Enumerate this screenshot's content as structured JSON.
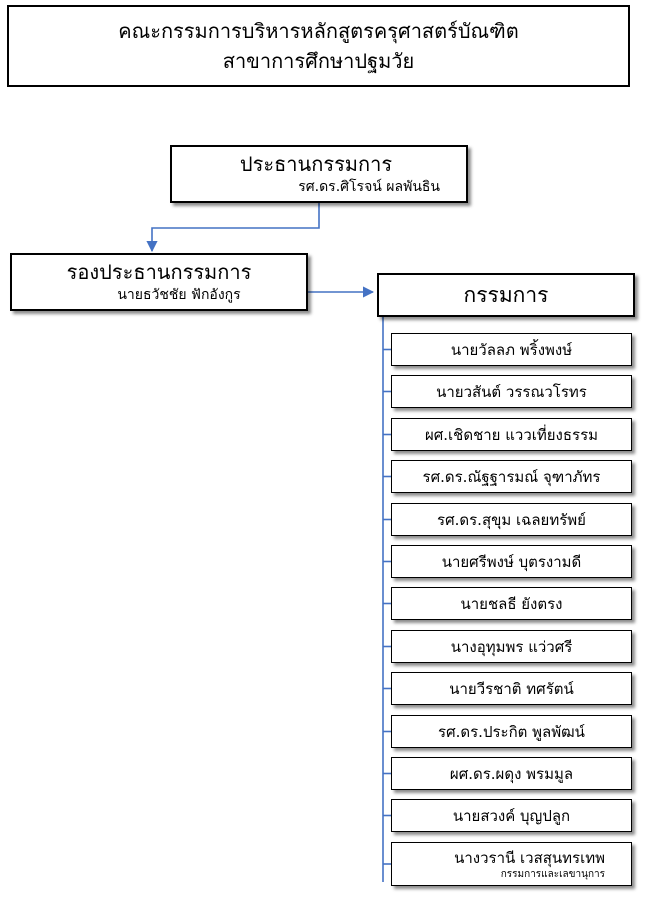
{
  "title": {
    "line1": "คณะกรรมการบริหารหลักสูตรครุศาสตร์บัณฑิต",
    "line2": "สาขาการศึกษาปฐมวัย"
  },
  "chair": {
    "role": "ประธานกรรมการ",
    "name": "รศ.ดร.ศิโรจน์ ผลพันธิน"
  },
  "vice_chair": {
    "role": "รองประธานกรรมการ",
    "name": "นายธวัชชัย ฟักอังกูร"
  },
  "members_heading": "กรรมการ",
  "members": [
    {
      "name": "นายวัลลภ พริ้งพงษ์"
    },
    {
      "name": "นายวสันต์ วรรณวโรทร"
    },
    {
      "name": "ผศ.เชิดชาย แววเที่ยงธรรม"
    },
    {
      "name": "รศ.ดร.ณัฐฐารมณ์ จุฑาภัทร"
    },
    {
      "name": "รศ.ดร.สุขุม เฉลยทรัพย์"
    },
    {
      "name": "นายศรีพงษ์ บุตรงามดี"
    },
    {
      "name": "นายชลธี ยังตรง"
    },
    {
      "name": "นางอุทุมพร แว่วศรี"
    },
    {
      "name": "นายวีรชาติ ทศรัตน์"
    },
    {
      "name": "รศ.ดร.ประกิต พูลพัฒน์"
    },
    {
      "name": "ผศ.ดร.ผดุง พรมมูล"
    },
    {
      "name": "นายสวงค์ บุญปลูก"
    },
    {
      "name": "นางวรานี เวสสุนทรเทพ",
      "note": "กรรมการและเลขานุการ"
    }
  ],
  "colors": {
    "connector": "#4472c4",
    "border": "#000000",
    "shadow": "#7f7f7f"
  }
}
